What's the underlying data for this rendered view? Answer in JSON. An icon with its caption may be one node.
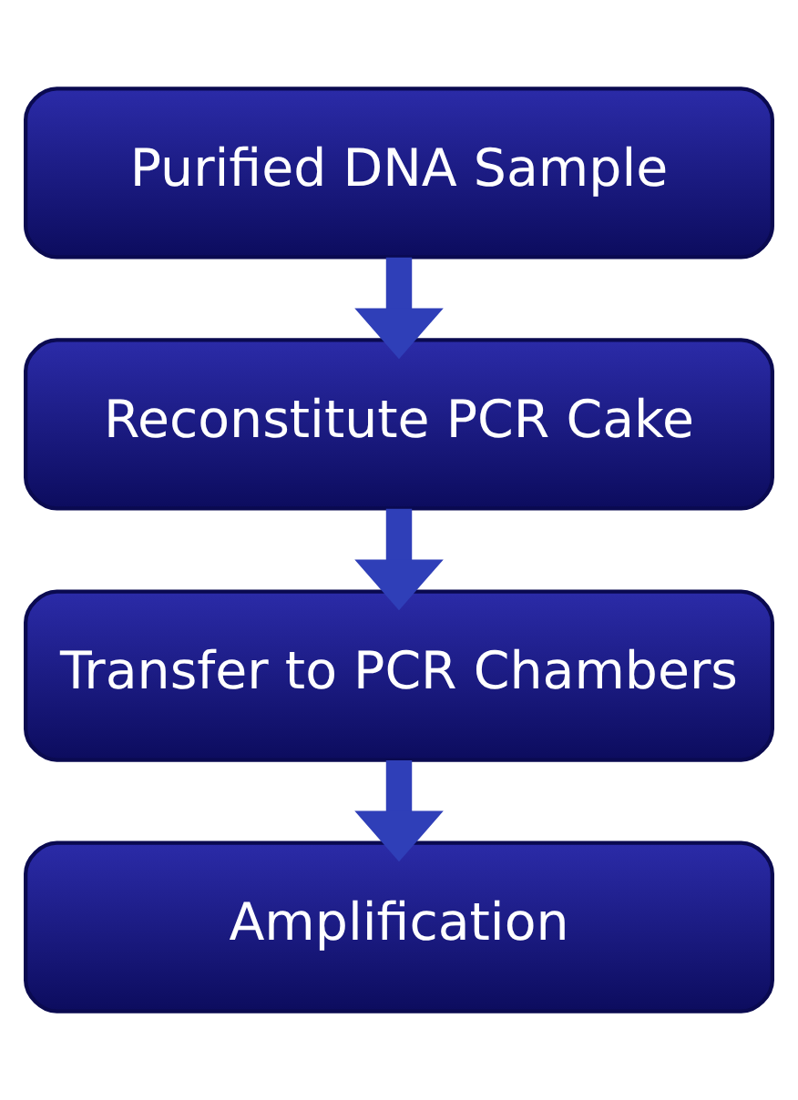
{
  "diagram": {
    "nodes": [
      {
        "text": [
          "Purified DNA Sample"
        ]
      },
      {
        "text": [
          "Reconstitute PCR Cake"
        ]
      },
      {
        "text": [
          "Transfer to PCR Chambers"
        ]
      },
      {
        "text": [
          "Amplification"
        ]
      }
    ],
    "edges": [
      {
        "from": 0,
        "to": 1,
        "arrow": "to"
      },
      {
        "from": 1,
        "to": 2,
        "arrow": "to"
      },
      {
        "from": 2,
        "to": 3,
        "arrow": "to"
      }
    ]
  }
}
